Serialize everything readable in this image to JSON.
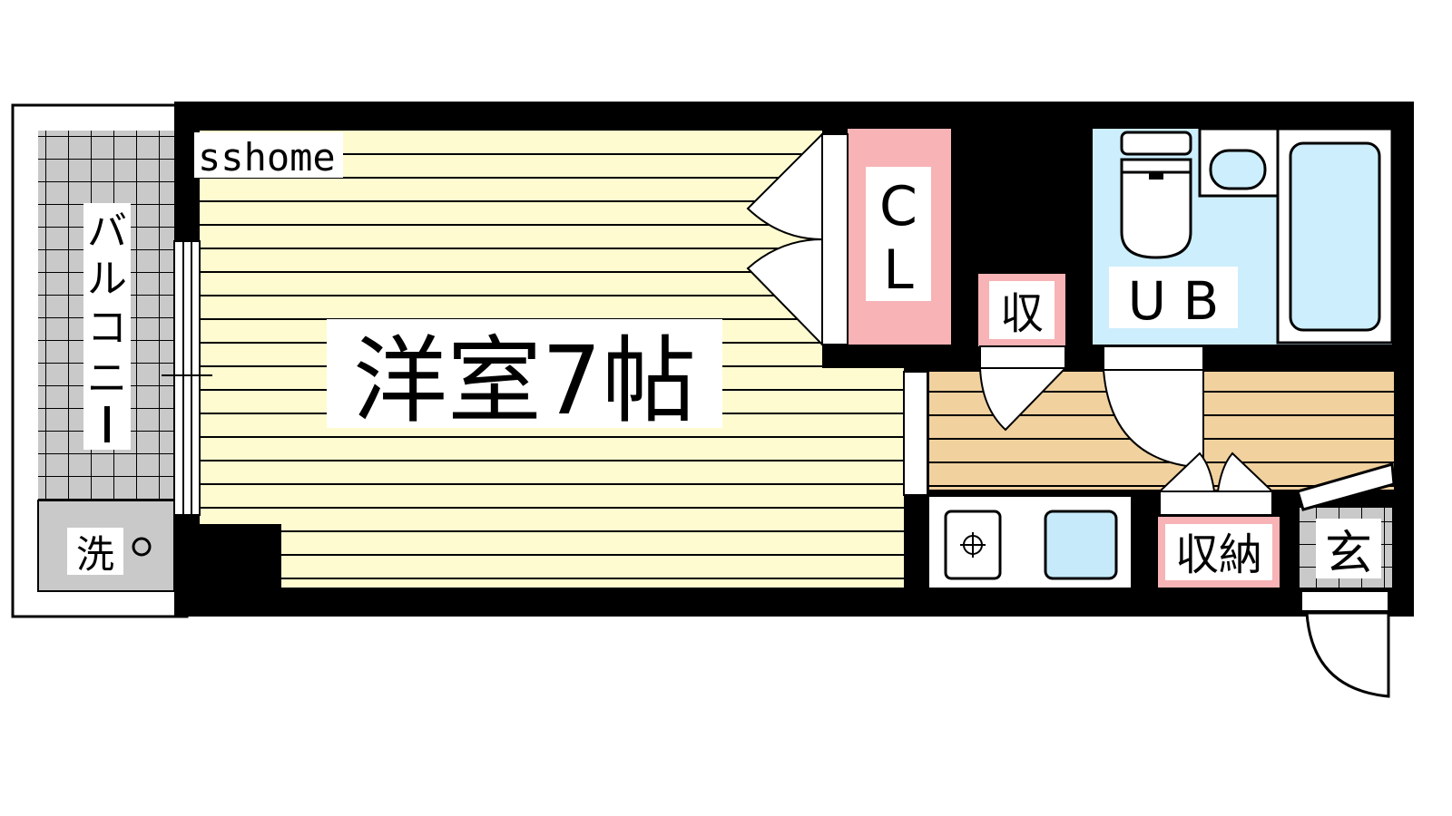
{
  "watermark": "sshome",
  "rooms": {
    "western_room": "洋室7帖",
    "closet": "C L",
    "closet_c": "C",
    "closet_l": "L",
    "storage_small": "収",
    "unit_bath": "U B",
    "storage": "収納",
    "entrance": "玄",
    "balcony": "バルコニー",
    "balcony_chars": [
      "バ",
      "ル",
      "コ",
      "ニ",
      "ー"
    ],
    "washer": "洗"
  },
  "colors": {
    "wall": "#000000",
    "western_room_floor": "#fffbd0",
    "kitchen_floor": "#f1d19e",
    "closet": "#f7b3b5",
    "unit_bath": "#cdeefc",
    "balcony": "#c9c9c9",
    "appliance": "#c6eafa"
  }
}
